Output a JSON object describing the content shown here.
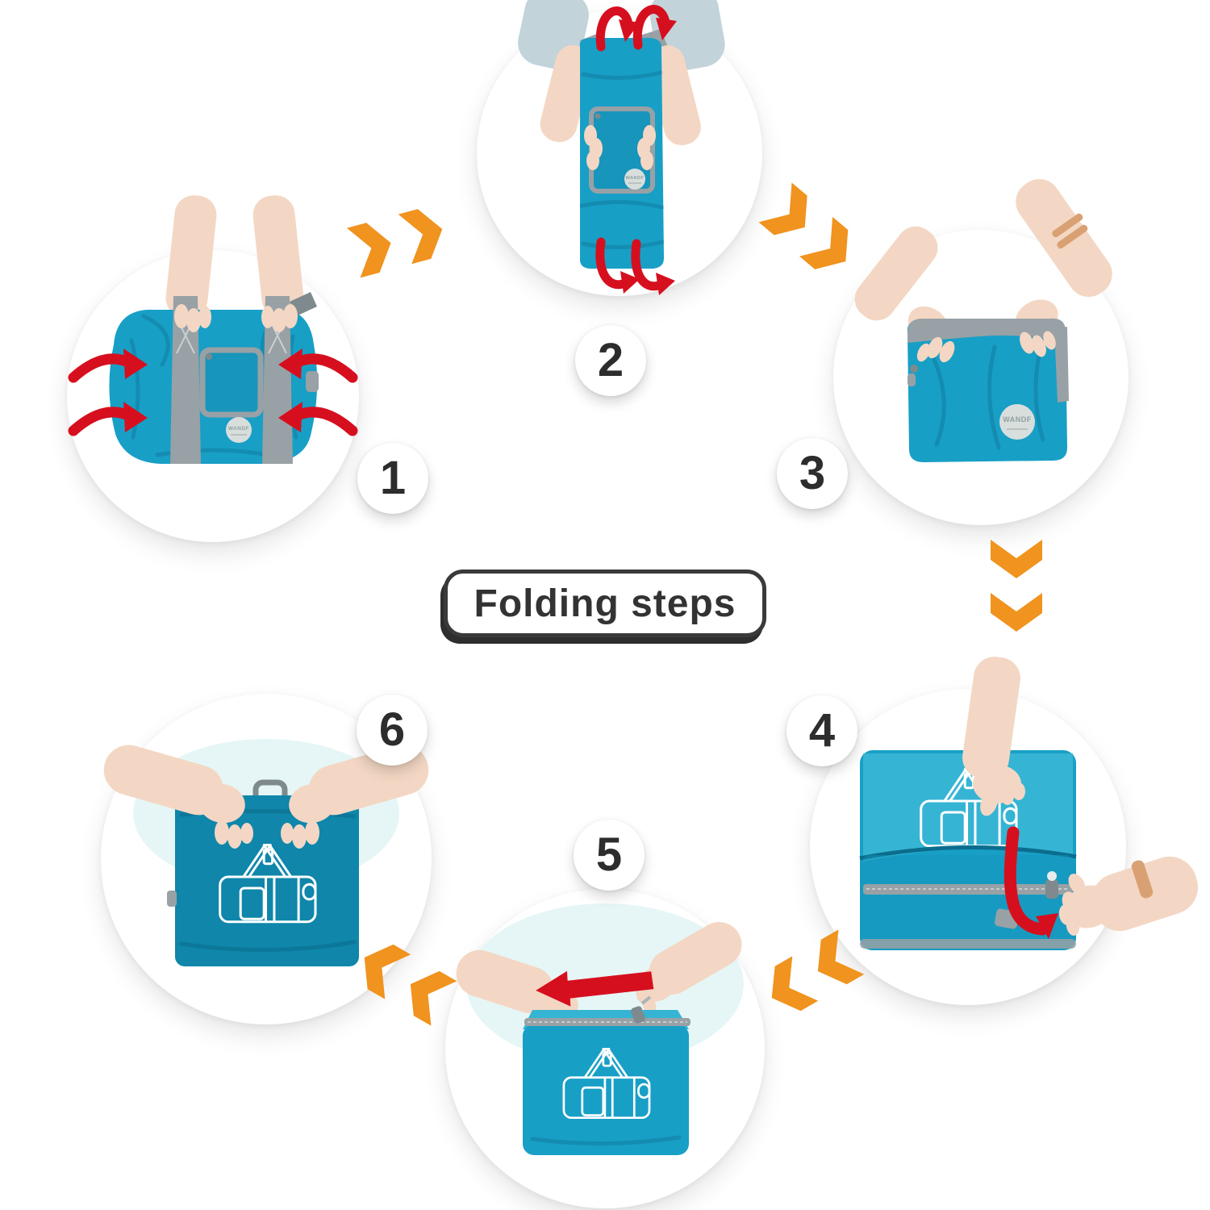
{
  "title": "Folding steps",
  "brand": "WANDF",
  "steps": [
    {
      "number": "1",
      "depicts": "hands holding the unfolded duffel bag by its straps; red arrows fold both sides inward"
    },
    {
      "number": "2",
      "depicts": "bag folded into a vertical strip; red arrows fold the top and bottom over"
    },
    {
      "number": "3",
      "depicts": "bag folded into a flat square held with both hands"
    },
    {
      "number": "4",
      "depicts": "folded bag being tucked into its zip pocket; red arrow shows tuck direction"
    },
    {
      "number": "5",
      "depicts": "zipping the folded pouch closed; red arrow shows zip direction"
    },
    {
      "number": "6",
      "depicts": "finished folded pouch printed with a duffel-bag outline, held with both hands"
    }
  ],
  "flow_arrows": [
    {
      "from": "1",
      "to": "2",
      "direction": "up-right"
    },
    {
      "from": "2",
      "to": "3",
      "direction": "down-right"
    },
    {
      "from": "3",
      "to": "4",
      "direction": "down"
    },
    {
      "from": "4",
      "to": "5",
      "direction": "down-left"
    },
    {
      "from": "5",
      "to": "6",
      "direction": "up-left"
    }
  ],
  "colors": {
    "bag_teal": "#189fc6",
    "bag_teal_light": "#36b4d4",
    "bag_teal_dark": "#0d7ea3",
    "bag_teal_deep": "#0f86aa",
    "strap_gray": "#98a1a5",
    "strap_gray_dark": "#7e8a8e",
    "logo_bg": "#d8dedc",
    "logo_text": "#8fa0a0",
    "arrow_red": "#d60f1f",
    "chevron_orange": "#f0931f",
    "number_ink": "#2d2d2d",
    "title_ink": "#333333",
    "skin": "#f3d7c4",
    "skin_shadow": "#e6bfa6",
    "sleeve": "#c2d3da",
    "watch_gold": "#d9a173",
    "tint_aqua": "#e6f6f6"
  }
}
